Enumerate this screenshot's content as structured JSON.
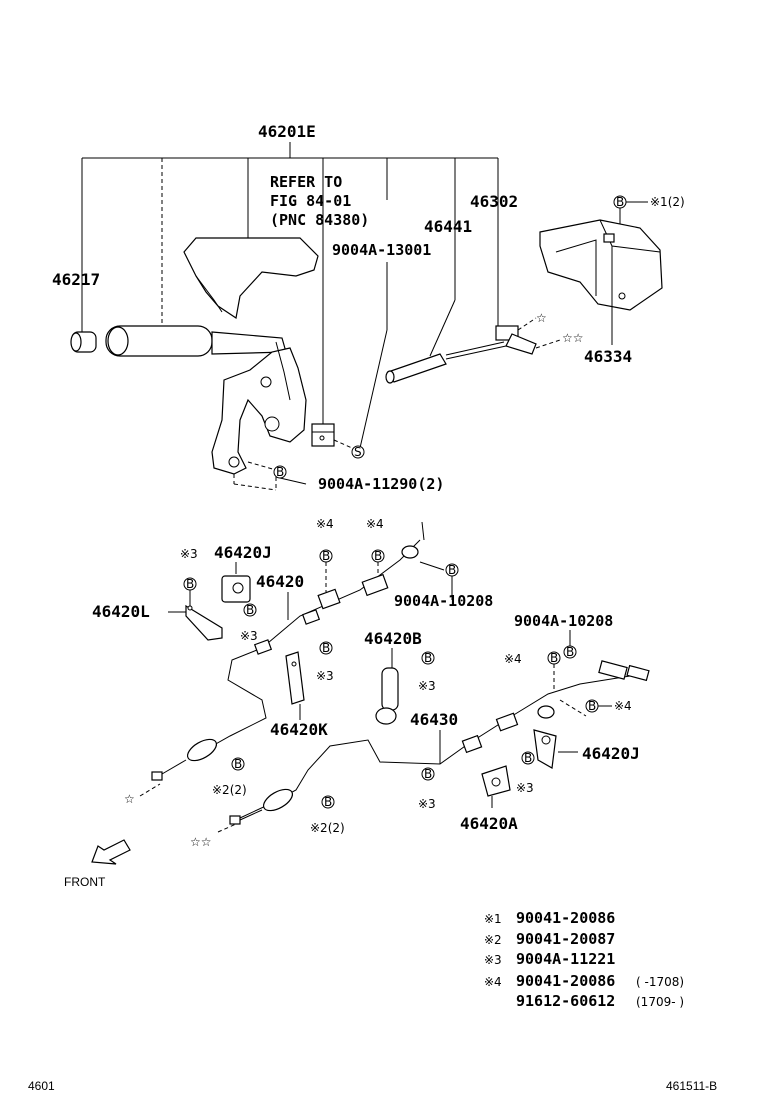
{
  "diagram": {
    "upper": {
      "assembly": "46201E",
      "refer_line1": "REFER TO",
      "refer_line2": "FIG 84-01",
      "refer_line3": "(PNC 84380)",
      "p_46302": "46302",
      "p_46441": "46441",
      "p_90004a_13001": "9004A-13001",
      "p_46217": "46217",
      "p_46334": "46334",
      "p_90004a_11290": "9004A-11290(2)",
      "note_b_1_2": "※1(2)",
      "s_mark": "S",
      "b_mark": "B",
      "star": "☆",
      "star2": "☆☆"
    },
    "lower": {
      "p_46420j_top": "46420J",
      "p_46420": "46420",
      "p_46420l": "46420L",
      "p_90004a_10208_a": "9004A-10208",
      "p_90004a_10208_b": "9004A-10208",
      "p_46420b": "46420B",
      "p_46430": "46430",
      "p_46420k": "46420K",
      "p_46420j_bot": "46420J",
      "p_46420a": "46420A",
      "note_3": "※3",
      "note_4": "※4",
      "note_2_2": "※2(2)",
      "front": "FRONT"
    },
    "legend": [
      {
        "mark": "※1",
        "part": "90041-20086",
        "range": ""
      },
      {
        "mark": "※2",
        "part": "90041-20087",
        "range": ""
      },
      {
        "mark": "※3",
        "part": "9004A-11221",
        "range": ""
      },
      {
        "mark": "※4",
        "part": "90041-20086",
        "range": "(      -1708)"
      },
      {
        "mark": "",
        "part": "91612-60612",
        "range": "(1709-      )"
      }
    ],
    "footer": {
      "left": "4601",
      "right": "461511-B"
    }
  }
}
